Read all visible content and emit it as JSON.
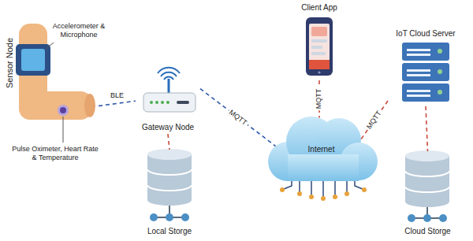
{
  "diagram": {
    "nodes": [
      {
        "text": [
          "Sensor Node"
        ]
      },
      {
        "text": [
          "Gateway Node"
        ]
      },
      {
        "text": [
          "Local Storge"
        ]
      },
      {
        "text": [
          "Internet"
        ]
      },
      {
        "text": [
          "Client App"
        ]
      },
      {
        "text": [
          "IoT Cloud Server"
        ]
      },
      {
        "text": [
          "Cloud Storge"
        ]
      }
    ],
    "edges": [
      {
        "from": 0,
        "to": 1,
        "arrow": "none",
        "label": "BLE"
      },
      {
        "from": 1,
        "to": 3,
        "arrow": "none",
        "label": "MQTT"
      },
      {
        "from": 1,
        "to": 2,
        "arrow": "none"
      },
      {
        "from": 4,
        "to": 3,
        "arrow": "none",
        "label": "MQTT"
      },
      {
        "from": 3,
        "to": 5,
        "arrow": "none",
        "label": "MQTT"
      },
      {
        "from": 5,
        "to": 6,
        "arrow": "none"
      }
    ],
    "labels": [
      "Accelerometer & Microphone",
      "Pulse Oximeter, Heart Rate & Temperature"
    ]
  }
}
